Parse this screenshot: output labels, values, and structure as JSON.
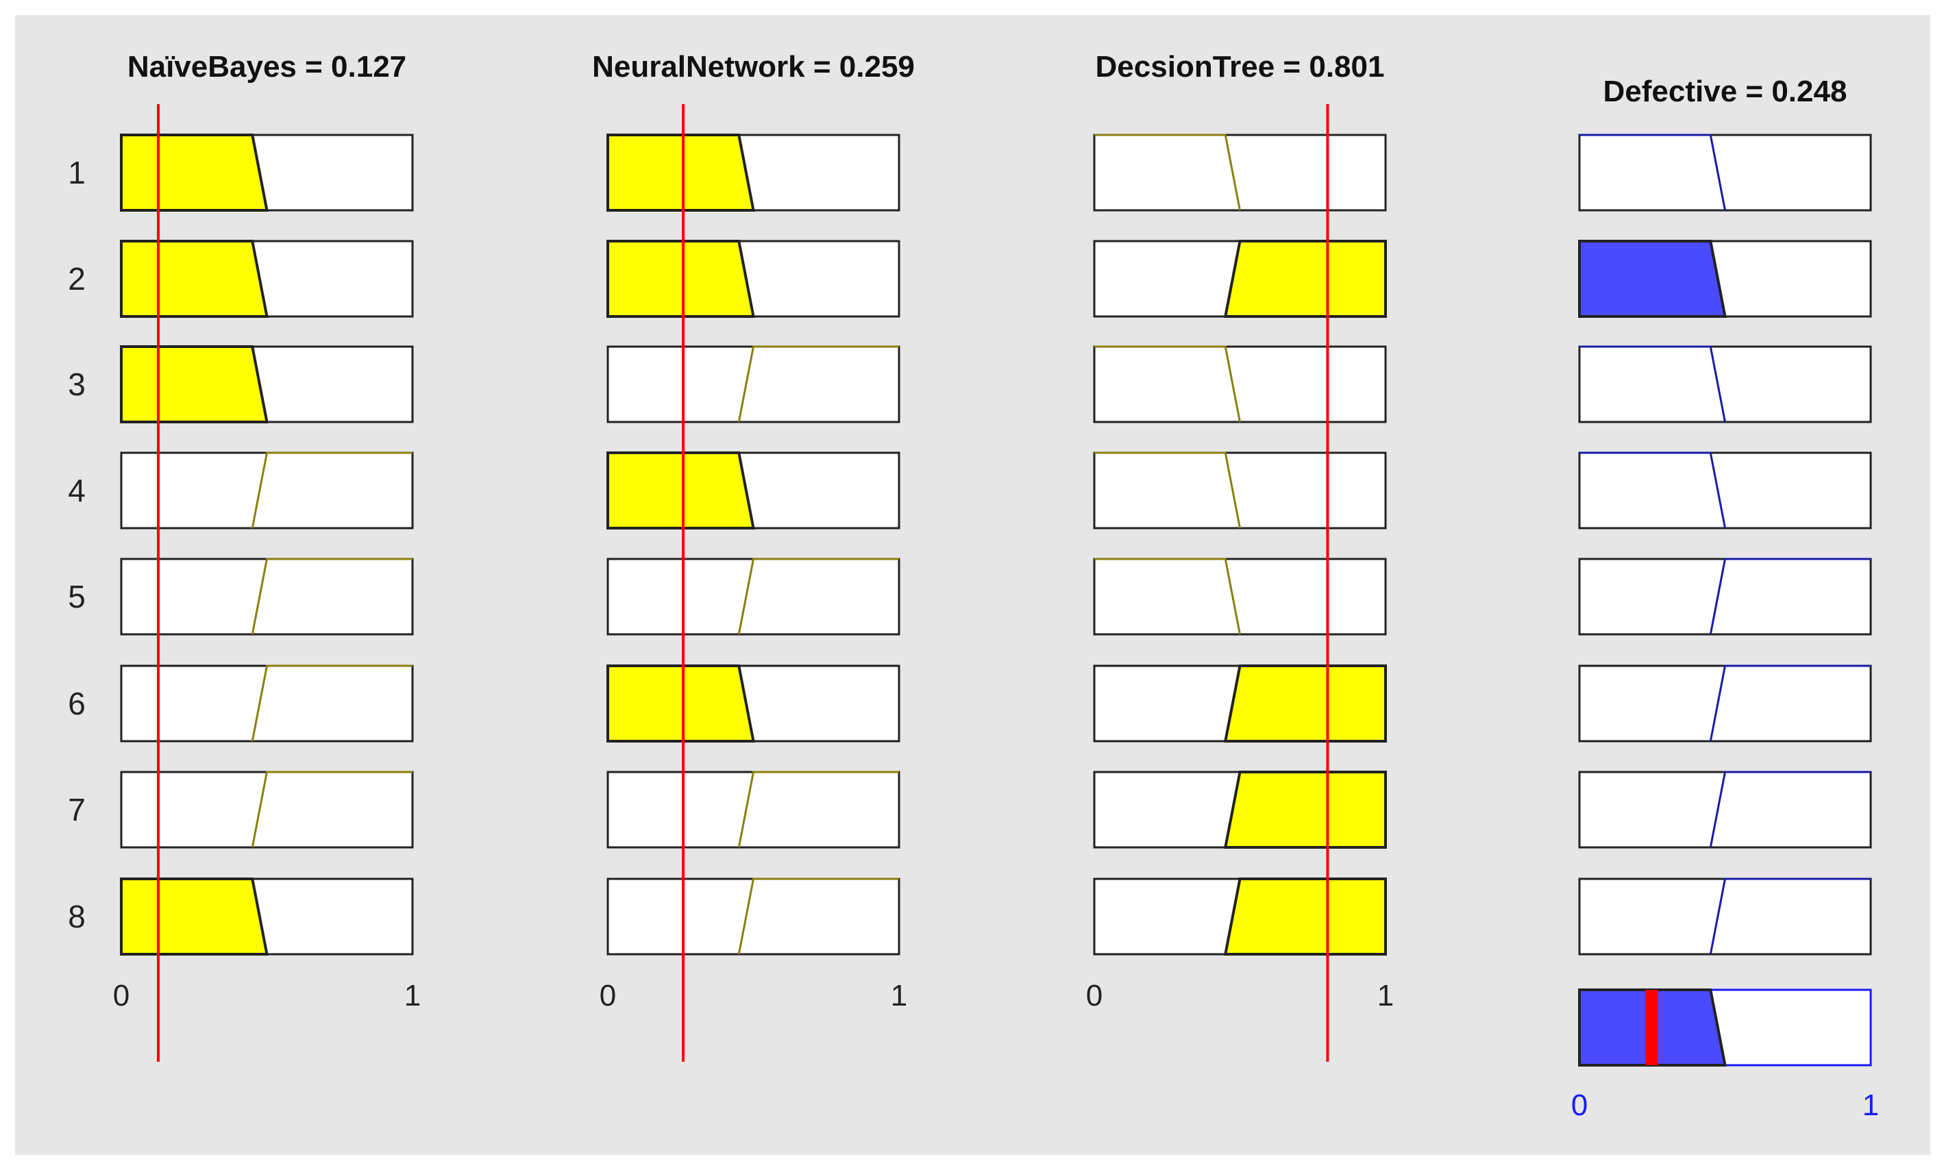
{
  "colors": {
    "background": "#e6e6e6",
    "panel": "#ffffff",
    "input_fill": "#ffff00",
    "input_edge": "#8a8010",
    "output_fill": "#4a4aff",
    "output_edge": "#1a1aa8",
    "marker": "#ff0000",
    "axis_text": "#222222",
    "output_axis_text": "#1a1aff"
  },
  "chart_data": {
    "type": "fuzzy-rule-viewer",
    "rule_numbers": [
      "1",
      "2",
      "3",
      "4",
      "5",
      "6",
      "7",
      "8"
    ],
    "inputs": [
      {
        "title": "NaïveBayes = 0.127",
        "value": 0.127,
        "range": [
          0,
          1
        ],
        "tick_labels": [
          "0",
          "1"
        ],
        "rules": [
          {
            "mf": "low",
            "degree": 1
          },
          {
            "mf": "low",
            "degree": 1
          },
          {
            "mf": "low",
            "degree": 1
          },
          {
            "mf": "high",
            "degree": 0
          },
          {
            "mf": "high",
            "degree": 0
          },
          {
            "mf": "high",
            "degree": 0
          },
          {
            "mf": "high",
            "degree": 0
          },
          {
            "mf": "low",
            "degree": 1
          }
        ]
      },
      {
        "title": "NeuralNetwork = 0.259",
        "value": 0.259,
        "range": [
          0,
          1
        ],
        "tick_labels": [
          "0",
          "1"
        ],
        "rules": [
          {
            "mf": "low",
            "degree": 1
          },
          {
            "mf": "low",
            "degree": 1
          },
          {
            "mf": "high",
            "degree": 0
          },
          {
            "mf": "low",
            "degree": 1
          },
          {
            "mf": "high",
            "degree": 0
          },
          {
            "mf": "low",
            "degree": 1
          },
          {
            "mf": "high",
            "degree": 0
          },
          {
            "mf": "high",
            "degree": 0
          }
        ]
      },
      {
        "title": "DecsionTree = 0.801",
        "value": 0.801,
        "range": [
          0,
          1
        ],
        "tick_labels": [
          "0",
          "1"
        ],
        "rules": [
          {
            "mf": "low",
            "degree": 0
          },
          {
            "mf": "high",
            "degree": 1
          },
          {
            "mf": "low",
            "degree": 0
          },
          {
            "mf": "low",
            "degree": 0
          },
          {
            "mf": "low",
            "degree": 0
          },
          {
            "mf": "high",
            "degree": 1
          },
          {
            "mf": "high",
            "degree": 1
          },
          {
            "mf": "high",
            "degree": 1
          }
        ]
      }
    ],
    "output": {
      "title": "Defective = 0.248",
      "value": 0.248,
      "range": [
        0,
        1
      ],
      "tick_labels": [
        "0",
        "1"
      ],
      "rules": [
        {
          "mf": "low",
          "degree": 0
        },
        {
          "mf": "low",
          "degree": 1
        },
        {
          "mf": "low",
          "degree": 0
        },
        {
          "mf": "low",
          "degree": 0
        },
        {
          "mf": "high",
          "degree": 0
        },
        {
          "mf": "high",
          "degree": 0
        },
        {
          "mf": "high",
          "degree": 0
        },
        {
          "mf": "high",
          "degree": 0
        }
      ],
      "aggregate": {
        "mf": "low",
        "degree": 1
      }
    },
    "membership_functions": {
      "low": [
        0,
        0,
        0.45,
        0.5
      ],
      "high": [
        0.45,
        0.5,
        1,
        1
      ]
    }
  }
}
